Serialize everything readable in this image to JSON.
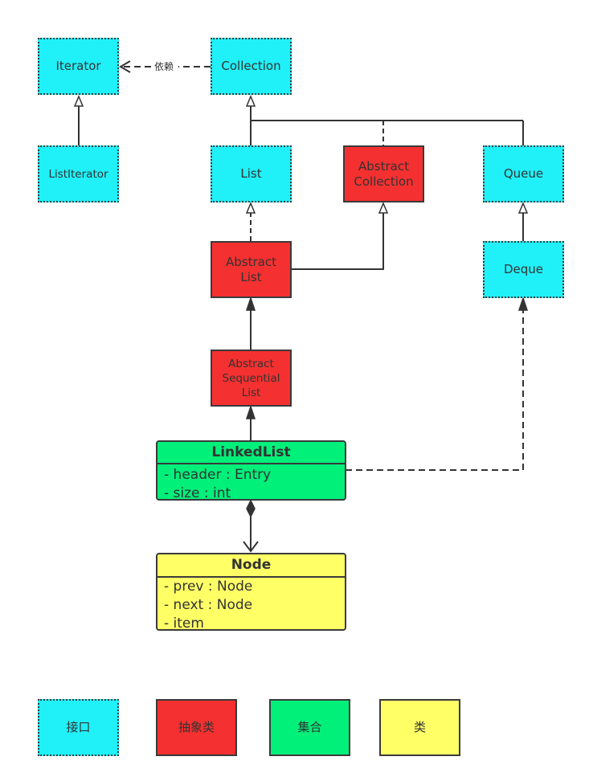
{
  "nodes": {
    "iterator": "Iterator",
    "collection": "Collection",
    "list_iterator": "ListIterator",
    "list": "List",
    "abstract_collection": [
      "Abstract",
      "Collection"
    ],
    "queue": "Queue",
    "abstract_list": [
      "Abstract",
      "List"
    ],
    "deque": "Deque",
    "abstract_sequential_list": [
      "Abstract",
      "Sequential",
      "List"
    ]
  },
  "linked_list": {
    "name": "LinkedList",
    "fields": [
      "- header : Entry",
      "- size : int"
    ]
  },
  "node_class": {
    "name": "Node",
    "fields": [
      "- prev : Node",
      "- next : Node",
      "- item"
    ]
  },
  "edge_labels": {
    "dependency": "依赖"
  },
  "legend": {
    "interface": "接口",
    "abstract_class": "抽象类",
    "collection": "集合",
    "class": "类"
  },
  "colors": {
    "interface": "#20f0f8",
    "abstract_class": "#f53030",
    "collection": "#00f07a",
    "class": "#ffff66",
    "line": "#333333"
  }
}
